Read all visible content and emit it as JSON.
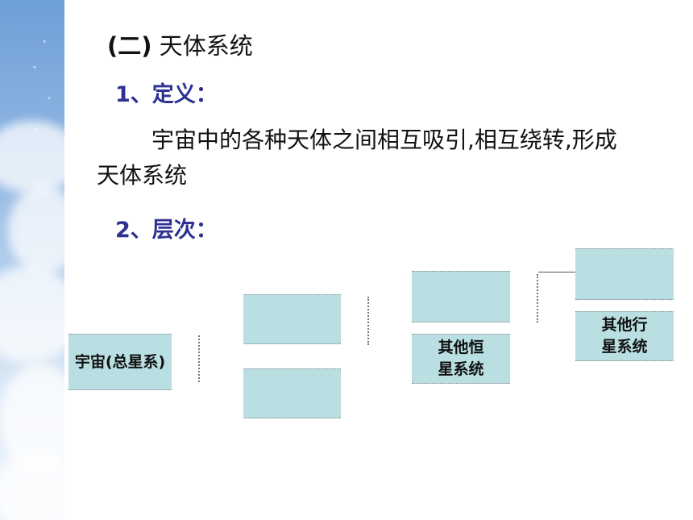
{
  "slide": {
    "title_paren": "(二)",
    "title_text": "天体系统",
    "definition_heading": "1、定义：",
    "definition_body": "宇宙中的各种天体之间相互吸引,相互绕转,形成天体系统",
    "levels_heading": "2、层次："
  },
  "hierarchy": {
    "universe_label": "宇宙(总星系)",
    "other_star_systems_label": "其他恒星系统",
    "other_planet_systems_label": "其他行星系统"
  },
  "colors": {
    "box_fill": "#b9dfe2",
    "heading_blue": "#2e3192"
  }
}
